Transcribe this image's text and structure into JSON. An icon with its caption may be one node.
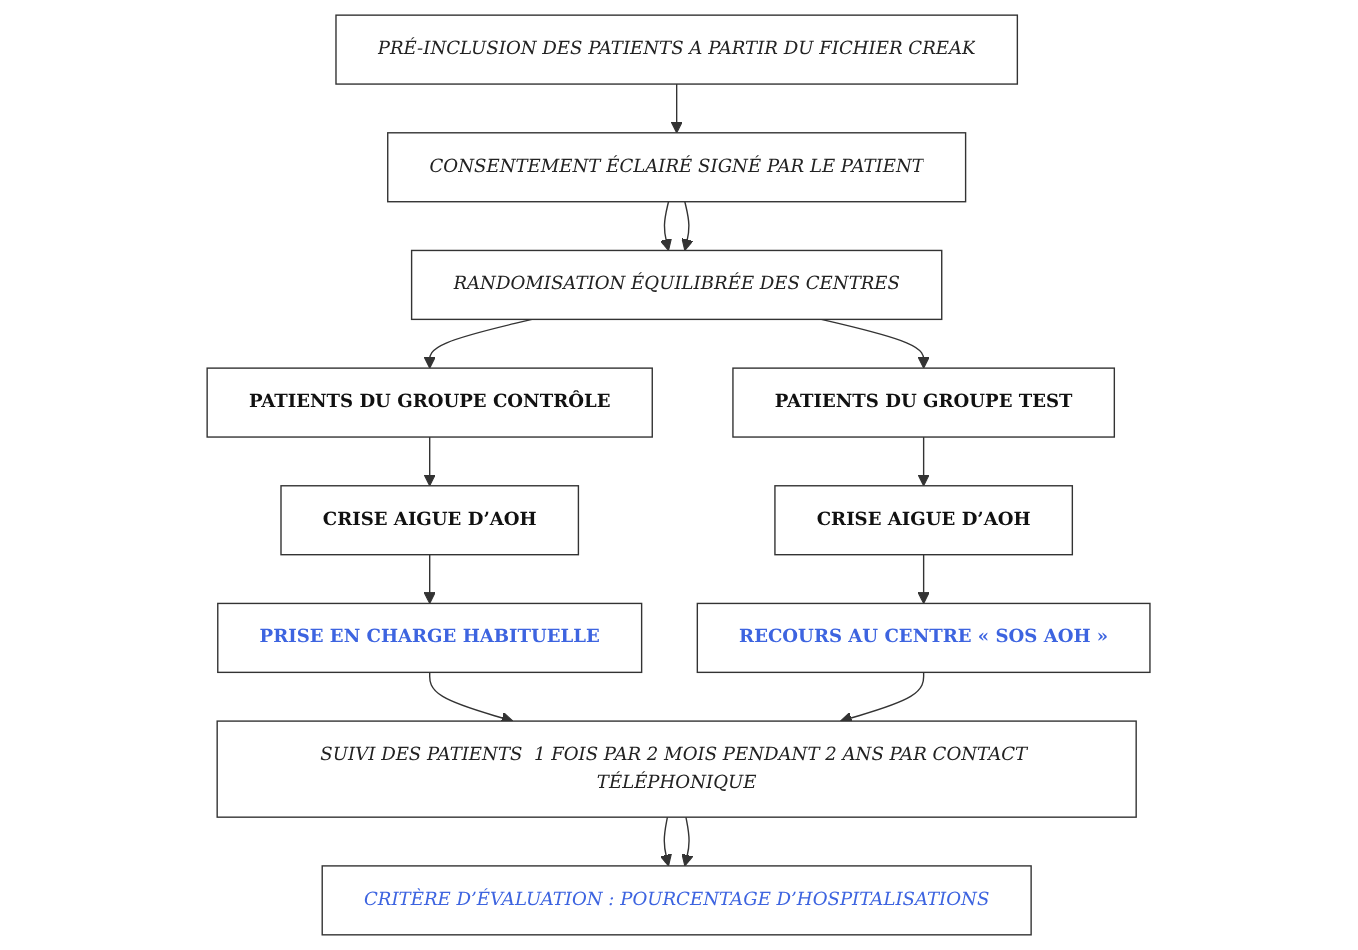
{
  "diagram": {
    "nodes": [
      {
        "text": [
          "PRÉ-INCLUSION DES PATIENTS A PARTIR DU FICHIER CREAK"
        ]
      },
      {
        "text": [
          "CONSENTEMENT ÉCLAIRÉ SIGNÉ PAR LE PATIENT"
        ]
      },
      {
        "text": [
          "RANDOMISATION ÉQUILIBRÉE DES CENTRES"
        ]
      },
      {
        "text": [
          "PATIENTS DU GROUPE CONTRÔLE"
        ]
      },
      {
        "text": [
          "PATIENTS DU GROUPE TEST"
        ]
      },
      {
        "text": [
          "CRISE AIGUE D’AOH"
        ]
      },
      {
        "text": [
          "CRISE AIGUE D’AOH"
        ]
      },
      {
        "text": [
          "PRISE EN CHARGE  HABITUELLE"
        ]
      },
      {
        "text": [
          "RECOURS AU CENTRE « SOS AOH »"
        ]
      },
      {
        "text": [
          "SUIVI DES PATIENTS  1 FOIS PAR 2 MOIS PENDANT 2 ANS PAR CONTACT TÉLÉPHONIQUE"
        ]
      },
      {
        "text": [
          "CRITÈRE D’ÉVALUATION : POURCENTAGE D’HOSPITALISATIONS"
        ]
      }
    ],
    "edges": [
      {
        "from": 0,
        "to": 1,
        "arrow": "to"
      },
      {
        "from": 1,
        "to": 2,
        "arrow": "to"
      },
      {
        "from": 1,
        "to": 2,
        "arrow": "to"
      },
      {
        "from": 2,
        "to": 3,
        "arrow": "to"
      },
      {
        "from": 2,
        "to": 4,
        "arrow": "to"
      },
      {
        "from": 3,
        "to": 5,
        "arrow": "to"
      },
      {
        "from": 4,
        "to": 6,
        "arrow": "to"
      },
      {
        "from": 5,
        "to": 7,
        "arrow": "to"
      },
      {
        "from": 6,
        "to": 8,
        "arrow": "to"
      },
      {
        "from": 7,
        "to": 9,
        "arrow": "to"
      },
      {
        "from": 8,
        "to": 9,
        "arrow": "to"
      },
      {
        "from": 9,
        "to": 10,
        "arrow": "to"
      },
      {
        "from": 9,
        "to": 10,
        "arrow": "to"
      }
    ]
  }
}
